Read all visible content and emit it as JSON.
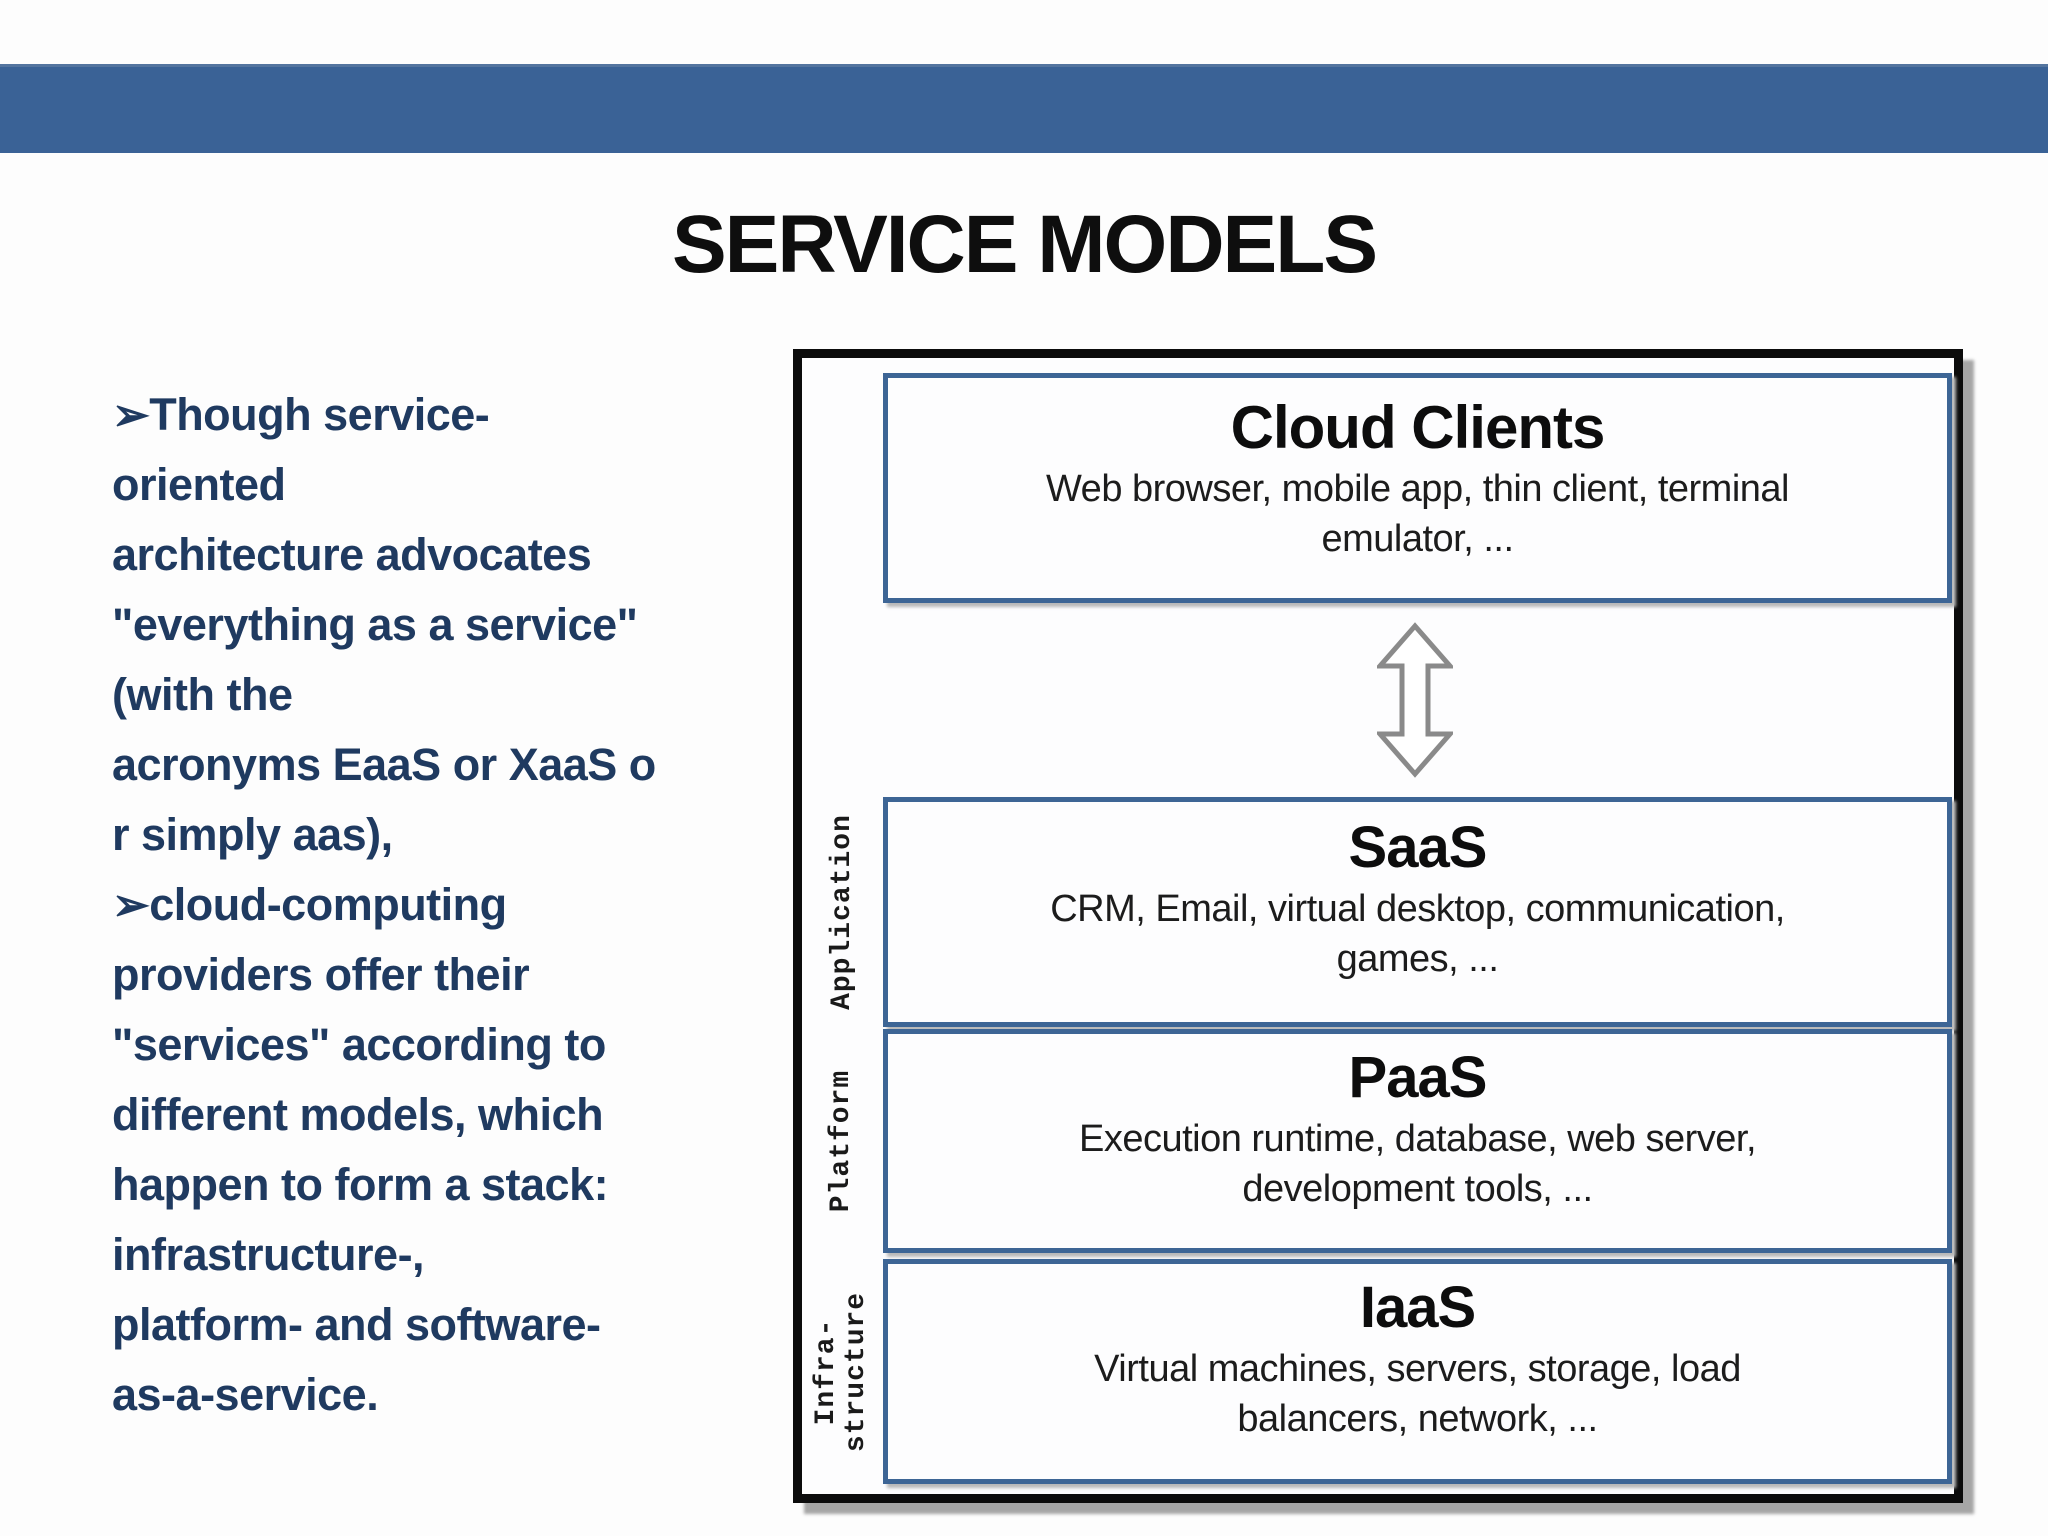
{
  "slide": {
    "title": "SERVICE MODELS",
    "body_text": "➢Though service-\noriented\narchitecture advocates\n\"everything as a service\"\n(with the\nacronyms EaaS or XaaS o\nr simply aas),\n➢cloud-computing\nproviders offer their\n\"services\" according to\ndifferent models, which\nhappen to form a stack:\ninfrastructure-,\nplatform- and software-\nas-a-service."
  },
  "diagram": {
    "arrow_icon": "up-down-arrow",
    "layers": [
      {
        "title": "Cloud Clients",
        "subtitle": "Web browser, mobile app, thin client, terminal\nemulator, ...",
        "side_label": ""
      },
      {
        "title": "SaaS",
        "subtitle": "CRM, Email, virtual desktop, communication,\ngames, ...",
        "side_label": "Application"
      },
      {
        "title": "PaaS",
        "subtitle": "Execution runtime, database, web server,\ndevelopment tools, ...",
        "side_label": "Platform"
      },
      {
        "title": "IaaS",
        "subtitle": "Virtual machines, servers, storage, load\nbalancers, network, ...",
        "side_label": "Infra-\nstructure"
      }
    ]
  },
  "colors": {
    "header_bar": "#3a6296",
    "box_border": "#3d6595",
    "bullet_text": "#1f3a60",
    "outer_border": "#0c0c0c",
    "arrow_gray": "#8a8a8a",
    "shadow": "#a6a6a6"
  }
}
